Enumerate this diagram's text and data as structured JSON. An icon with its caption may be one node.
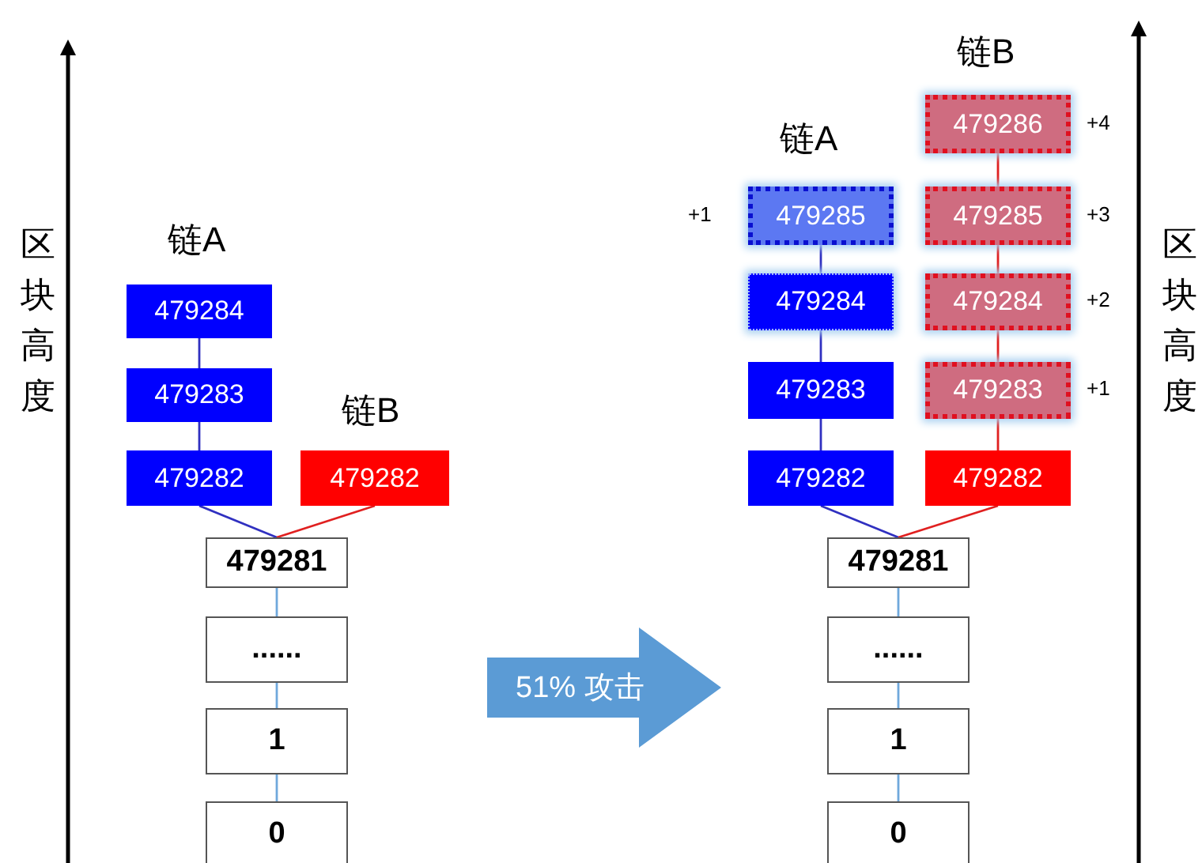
{
  "diagram": {
    "nodes": [
      {
        "text": [
          "479284"
        ]
      },
      {
        "text": [
          "479283"
        ]
      },
      {
        "text": [
          "479282"
        ]
      },
      {
        "text": [
          "479282"
        ]
      },
      {
        "text": [
          "479281"
        ]
      },
      {
        "text": [
          "......"
        ]
      },
      {
        "text": [
          "1"
        ]
      },
      {
        "text": [
          "0"
        ]
      },
      {
        "text": [
          "51% 攻击"
        ]
      },
      {
        "text": [
          "479285"
        ],
        "beside": [
          "+1"
        ]
      },
      {
        "text": [
          "479284"
        ]
      },
      {
        "text": [
          "479283"
        ]
      },
      {
        "text": [
          "479282"
        ]
      },
      {
        "text": [
          "479286"
        ],
        "beside": [
          "+4"
        ]
      },
      {
        "text": [
          "479285"
        ],
        "beside": [
          "+3"
        ]
      },
      {
        "text": [
          "479284"
        ],
        "beside": [
          "+2"
        ]
      },
      {
        "text": [
          "479283"
        ],
        "beside": [
          "+1"
        ]
      },
      {
        "text": [
          "479282"
        ]
      },
      {
        "text": [
          "479281"
        ]
      },
      {
        "text": [
          "......"
        ]
      },
      {
        "text": [
          "1"
        ]
      },
      {
        "text": [
          "0"
        ]
      }
    ],
    "edges": [
      {
        "from": 0,
        "to": 1,
        "arrow": "none"
      },
      {
        "from": 1,
        "to": 2,
        "arrow": "none"
      },
      {
        "from": 2,
        "to": 4,
        "arrow": "none"
      },
      {
        "from": 3,
        "to": 4,
        "arrow": "none",
        "color": "#e02020"
      },
      {
        "from": 4,
        "to": 5,
        "arrow": "none",
        "color": "#6fa8dc"
      },
      {
        "from": 5,
        "to": 6,
        "arrow": "none",
        "color": "#6fa8dc"
      },
      {
        "from": 6,
        "to": 7,
        "arrow": "none",
        "color": "#6fa8dc"
      },
      {
        "from": 9,
        "to": 10,
        "arrow": "none"
      },
      {
        "from": 10,
        "to": 11,
        "arrow": "none"
      },
      {
        "from": 11,
        "to": 12,
        "arrow": "none"
      },
      {
        "from": 12,
        "to": 18,
        "arrow": "none"
      },
      {
        "from": 13,
        "to": 14,
        "arrow": "none",
        "color": "#e02020"
      },
      {
        "from": 14,
        "to": 15,
        "arrow": "none",
        "color": "#e02020"
      },
      {
        "from": 15,
        "to": 16,
        "arrow": "none",
        "color": "#e02020"
      },
      {
        "from": 16,
        "to": 17,
        "arrow": "none",
        "color": "#e02020"
      },
      {
        "from": 17,
        "to": 18,
        "arrow": "none",
        "color": "#e02020"
      },
      {
        "from": 18,
        "to": 19,
        "arrow": "none",
        "color": "#6fa8dc"
      },
      {
        "from": 19,
        "to": 20,
        "arrow": "none",
        "color": "#6fa8dc"
      },
      {
        "from": 20,
        "to": 21,
        "arrow": "none",
        "color": "#6fa8dc"
      }
    ],
    "labels": [
      "区块高度",
      "链A",
      "链B",
      "链B",
      "链A",
      "区块高度"
    ]
  }
}
